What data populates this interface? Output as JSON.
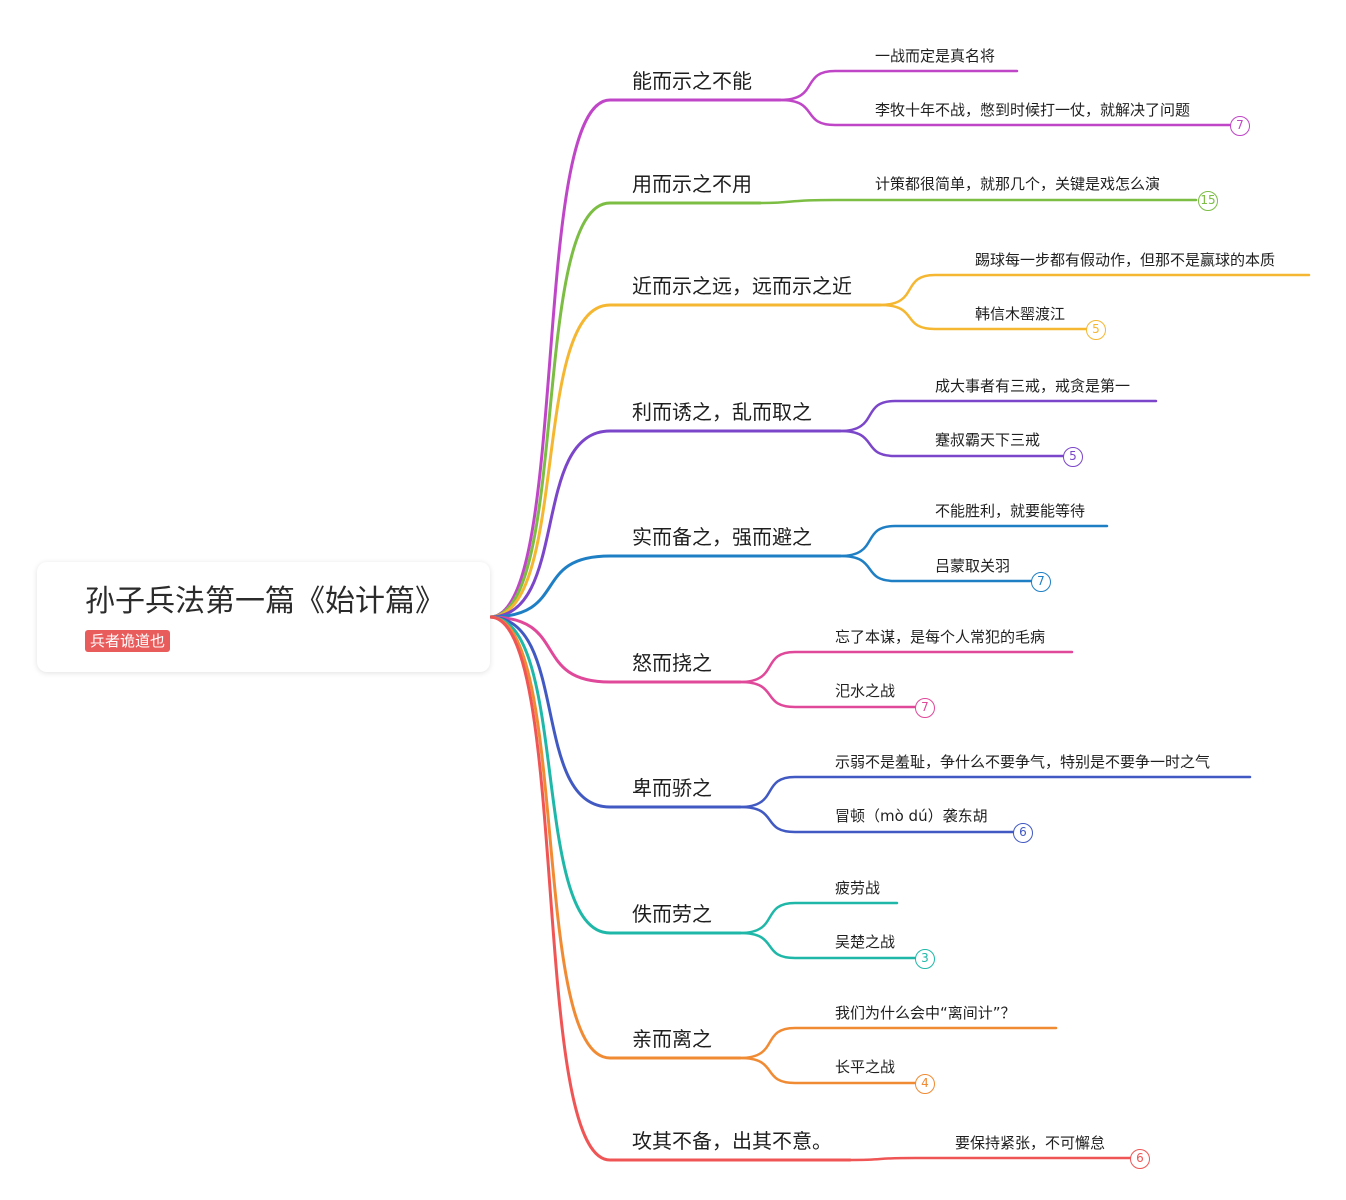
{
  "root": {
    "title": "孙子兵法第一篇《始计篇》",
    "tag": "兵者诡道也",
    "tag_color": "#e85c5c"
  },
  "branches": [
    {
      "label": "能而示之不能",
      "color": "#c046c8",
      "count": "7",
      "leaves": [
        "一战而定是真名将",
        "李牧十年不战，憋到时候打一仗，就解决了问题"
      ]
    },
    {
      "label": "用而示之不用",
      "color": "#7cbd44",
      "count": "15",
      "leaves": [
        "计策都很简单，就那几个，关键是戏怎么演"
      ]
    },
    {
      "label": "近而示之远，远而示之近",
      "color": "#f5b731",
      "count": "5",
      "leaves": [
        "踢球每一步都有假动作，但那不是赢球的本质",
        "韩信木罂渡江"
      ]
    },
    {
      "label": "利而诱之，乱而取之",
      "color": "#7b46c9",
      "count": "5",
      "leaves": [
        "成大事者有三戒，戒贪是第一",
        "蹇叔霸天下三戒"
      ]
    },
    {
      "label": "实而备之，强而避之",
      "color": "#1f7fc5",
      "count": "7",
      "leaves": [
        "不能胜利，就要能等待",
        "吕蒙取关羽"
      ]
    },
    {
      "label": "怒而挠之",
      "color": "#e0489a",
      "count": "7",
      "leaves": [
        "忘了本谋，是每个人常犯的毛病",
        "汜水之战"
      ]
    },
    {
      "label": "卑而骄之",
      "color": "#4159c2",
      "count": "6",
      "leaves": [
        "示弱不是羞耻，争什么不要争气，特别是不要争一时之气",
        "冒顿（mò dú）袭东胡"
      ]
    },
    {
      "label": "佚而劳之",
      "color": "#1fb8a8",
      "count": "3",
      "leaves": [
        "疲劳战",
        "吴楚之战"
      ]
    },
    {
      "label": "亲而离之",
      "color": "#f08b34",
      "count": "4",
      "leaves": [
        "我们为什么会中“离间计”？",
        "长平之战"
      ]
    },
    {
      "label": "攻其不备，出其不意。",
      "color": "#f05555",
      "count": "6",
      "leaves": [
        "要保持紧张，不可懈怠"
      ]
    }
  ]
}
